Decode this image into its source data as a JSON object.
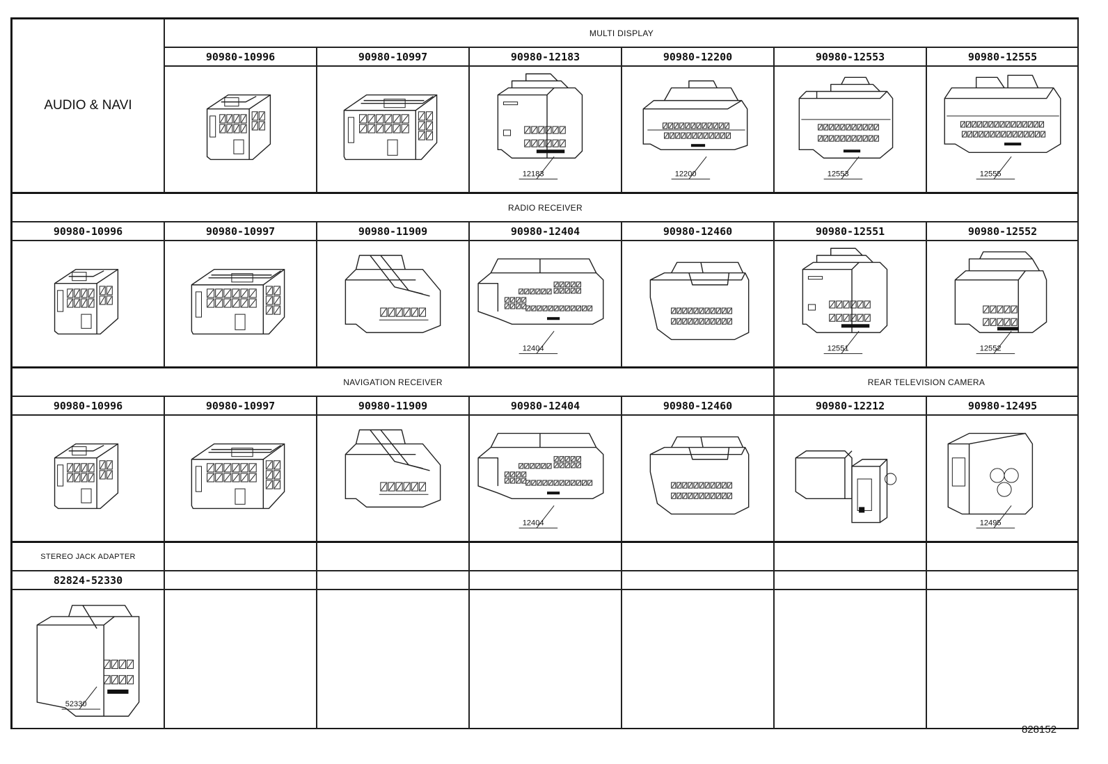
{
  "sheet_title": "AUDIO & NAVI",
  "footer_code": "828152",
  "sections": [
    {
      "header": "MULTI DISPLAY",
      "parts": [
        {
          "pn": "90980-10996",
          "label": ""
        },
        {
          "pn": "90980-10997",
          "label": ""
        },
        {
          "pn": "90980-12183",
          "label": "12183"
        },
        {
          "pn": "90980-12200",
          "label": "12200"
        },
        {
          "pn": "90980-12553",
          "label": "12553"
        },
        {
          "pn": "90980-12555",
          "label": "12555"
        }
      ]
    },
    {
      "header": "RADIO RECEIVER",
      "parts": [
        {
          "pn": "90980-10996",
          "label": ""
        },
        {
          "pn": "90980-10997",
          "label": ""
        },
        {
          "pn": "90980-11909",
          "label": ""
        },
        {
          "pn": "90980-12404",
          "label": "12404"
        },
        {
          "pn": "90980-12460",
          "label": ""
        },
        {
          "pn": "90980-12551",
          "label": "12551"
        },
        {
          "pn": "90980-12552",
          "label": "12552"
        }
      ]
    },
    {
      "header": "NAVIGATION RECEIVER",
      "parts": [
        {
          "pn": "90980-10996",
          "label": ""
        },
        {
          "pn": "90980-10997",
          "label": ""
        },
        {
          "pn": "90980-11909",
          "label": ""
        },
        {
          "pn": "90980-12404",
          "label": "12404"
        },
        {
          "pn": "90980-12460",
          "label": ""
        }
      ]
    },
    {
      "header": "REAR TELEVISION CAMERA",
      "parts": [
        {
          "pn": "90980-12212",
          "label": ""
        },
        {
          "pn": "90980-12495",
          "label": "12495"
        }
      ]
    },
    {
      "header": "STEREO JACK ADAPTER",
      "parts": [
        {
          "pn": "82824-52330",
          "label": "52330"
        }
      ]
    }
  ]
}
